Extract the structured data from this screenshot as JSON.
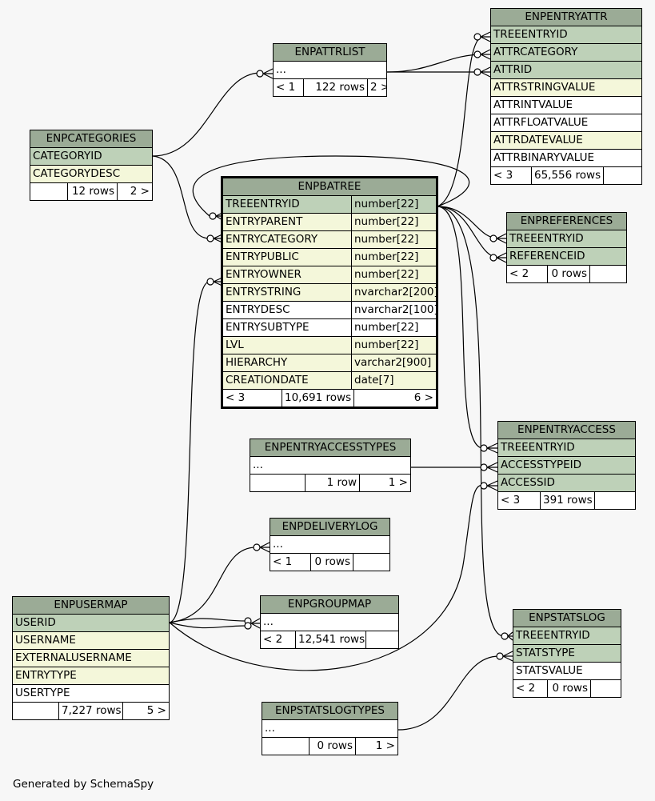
{
  "caption": "Generated by SchemaSpy",
  "tables": {
    "enpentryattr": {
      "title": "ENPENTRYATTR",
      "rows": [
        {
          "name": "TREEENTRYID",
          "kind": "pk"
        },
        {
          "name": "ATTRCATEGORY",
          "kind": "pk"
        },
        {
          "name": "ATTRID",
          "kind": "pk"
        },
        {
          "name": "ATTRSTRINGVALUE",
          "kind": "fk"
        },
        {
          "name": "ATTRINTVALUE",
          "kind": "plain"
        },
        {
          "name": "ATTRFLOATVALUE",
          "kind": "plain"
        },
        {
          "name": "ATTRDATEVALUE",
          "kind": "fk"
        },
        {
          "name": "ATTRBINARYVALUE",
          "kind": "plain"
        }
      ],
      "footer": {
        "left": "< 3",
        "mid": "65,556 rows",
        "right": ""
      }
    },
    "enpattrlist": {
      "title": "ENPATTRLIST",
      "rows": [
        {
          "name": "...",
          "kind": "ell"
        }
      ],
      "footer": {
        "left": "< 1",
        "mid": "122 rows",
        "right": "2 >"
      }
    },
    "enpcategories": {
      "title": "ENPCATEGORIES",
      "rows": [
        {
          "name": "CATEGORYID",
          "kind": "pk"
        },
        {
          "name": "CATEGORYDESC",
          "kind": "fk"
        }
      ],
      "footer": {
        "left": "",
        "mid": "12 rows",
        "right": "2 >"
      }
    },
    "enpbatree": {
      "title": "ENPBATREE",
      "rows": [
        {
          "name": "TREEENTRYID",
          "type": "number[22]",
          "kind": "pk"
        },
        {
          "name": "ENTRYPARENT",
          "type": "number[22]",
          "kind": "fk"
        },
        {
          "name": "ENTRYCATEGORY",
          "type": "number[22]",
          "kind": "fk"
        },
        {
          "name": "ENTRYPUBLIC",
          "type": "number[22]",
          "kind": "fk"
        },
        {
          "name": "ENTRYOWNER",
          "type": "number[22]",
          "kind": "fk"
        },
        {
          "name": "ENTRYSTRING",
          "type": "nvarchar2[200]",
          "kind": "fk"
        },
        {
          "name": "ENTRYDESC",
          "type": "nvarchar2[100]",
          "kind": "plain"
        },
        {
          "name": "ENTRYSUBTYPE",
          "type": "number[22]",
          "kind": "plain"
        },
        {
          "name": "LVL",
          "type": "number[22]",
          "kind": "fk"
        },
        {
          "name": "HIERARCHY",
          "type": "varchar2[900]",
          "kind": "fk"
        },
        {
          "name": "CREATIONDATE",
          "type": "date[7]",
          "kind": "fk"
        }
      ],
      "footer": {
        "left": "< 3",
        "mid": "10,691 rows",
        "right": "6 >"
      }
    },
    "enppreferences": {
      "title": "ENPREFERENCES",
      "rows": [
        {
          "name": "TREEENTRYID",
          "kind": "pk"
        },
        {
          "name": "REFERENCEID",
          "kind": "pk"
        }
      ],
      "footer": {
        "left": "< 2",
        "mid": "0 rows",
        "right": ""
      }
    },
    "enpentryaccesstypes": {
      "title": "ENPENTRYACCESSTYPES",
      "rows": [
        {
          "name": "...",
          "kind": "ell"
        }
      ],
      "footer": {
        "left": "",
        "mid": "1 row",
        "right": "1 >"
      }
    },
    "enpentryaccess": {
      "title": "ENPENTRYACCESS",
      "rows": [
        {
          "name": "TREEENTRYID",
          "kind": "pk"
        },
        {
          "name": "ACCESSTYPEID",
          "kind": "pk"
        },
        {
          "name": "ACCESSID",
          "kind": "pk"
        }
      ],
      "footer": {
        "left": "< 3",
        "mid": "391 rows",
        "right": ""
      }
    },
    "enpdeliverylog": {
      "title": "ENPDELIVERYLOG",
      "rows": [
        {
          "name": "...",
          "kind": "ell"
        }
      ],
      "footer": {
        "left": "< 1",
        "mid": "0 rows",
        "right": ""
      }
    },
    "enpgroupmap": {
      "title": "ENPGROUPMAP",
      "rows": [
        {
          "name": "...",
          "kind": "ell"
        }
      ],
      "footer": {
        "left": "< 2",
        "mid": "12,541 rows",
        "right": ""
      }
    },
    "enpusermap": {
      "title": "ENPUSERMAP",
      "rows": [
        {
          "name": "USERID",
          "kind": "pk"
        },
        {
          "name": "USERNAME",
          "kind": "fk"
        },
        {
          "name": "EXTERNALUSERNAME",
          "kind": "fk"
        },
        {
          "name": "ENTRYTYPE",
          "kind": "fk"
        },
        {
          "name": "USERTYPE",
          "kind": "plain"
        }
      ],
      "footer": {
        "left": "",
        "mid": "7,227 rows",
        "right": "5 >"
      }
    },
    "enpstatslog": {
      "title": "ENPSTATSLOG",
      "rows": [
        {
          "name": "TREEENTRYID",
          "kind": "pk"
        },
        {
          "name": "STATSTYPE",
          "kind": "pk"
        },
        {
          "name": "STATSVALUE",
          "kind": "plain"
        }
      ],
      "footer": {
        "left": "< 2",
        "mid": "0 rows",
        "right": ""
      }
    },
    "enpstatslogtypes": {
      "title": "ENPSTATSLOGTYPES",
      "rows": [
        {
          "name": "...",
          "kind": "ell"
        }
      ],
      "footer": {
        "left": "",
        "mid": "0 rows",
        "right": "1 >"
      }
    }
  },
  "colors": {
    "header": "#9bab96",
    "primary_key_row": "#bed1b8",
    "foreign_key_row": "#f4f7da",
    "plain_row": "#ffffff",
    "background": "#f7f7f7",
    "line": "#000000"
  }
}
